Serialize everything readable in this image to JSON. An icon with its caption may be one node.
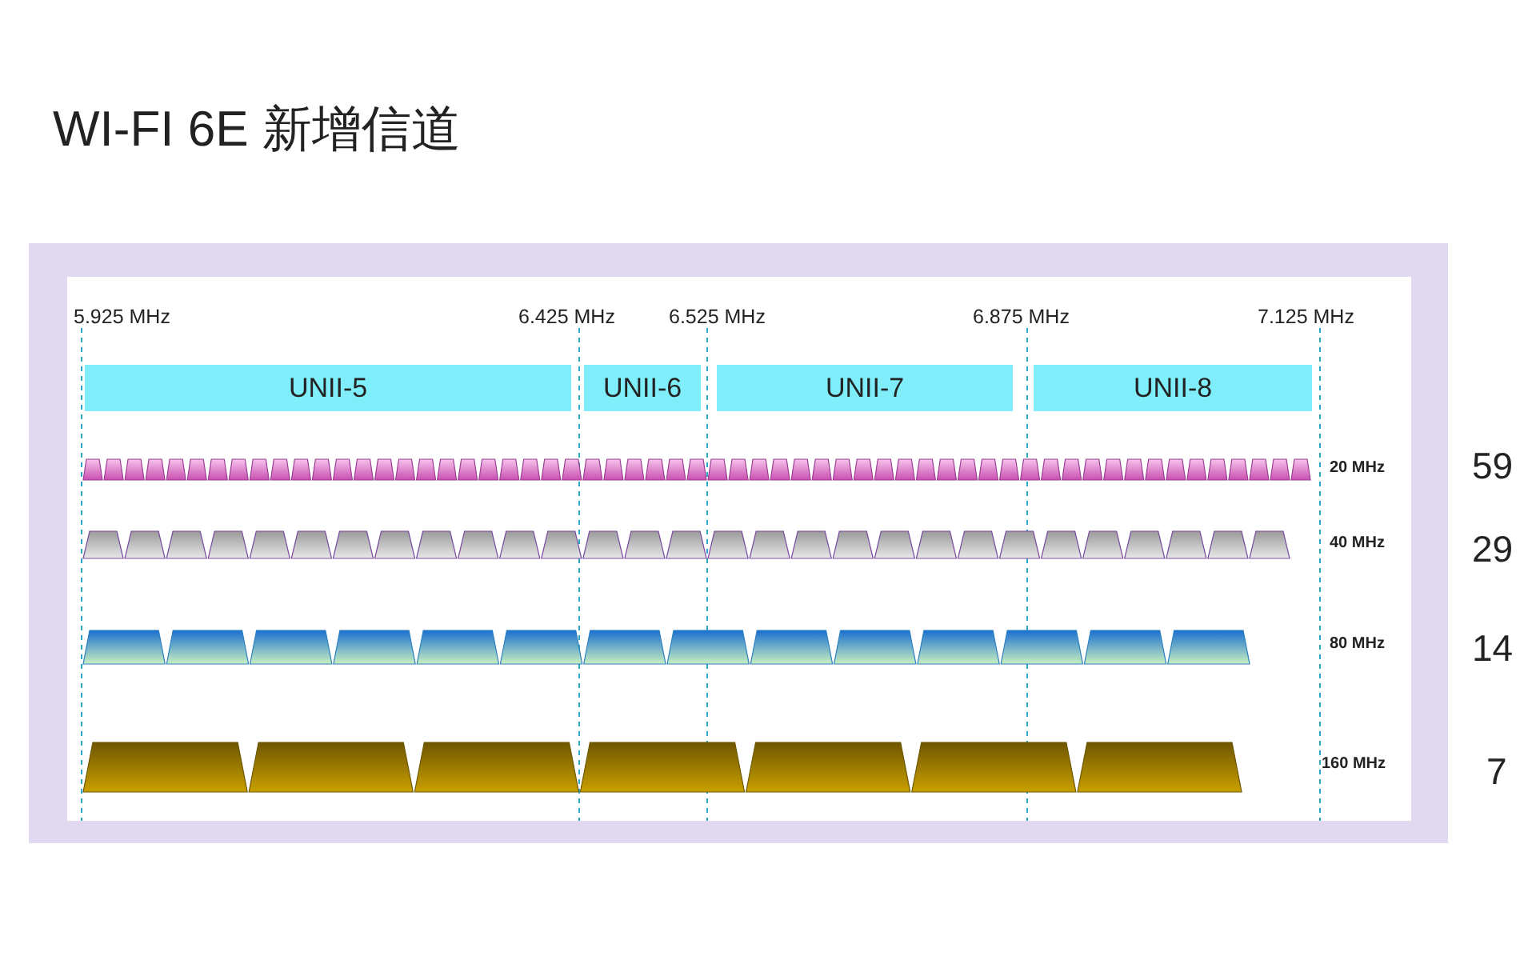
{
  "diagram": {
    "title": "WI-FI 6E 新增信道",
    "nodes": [
      {
        "text": [
          "UNII-5"
        ]
      },
      {
        "text": [
          "UNII-6"
        ]
      },
      {
        "text": [
          "UNII-7"
        ]
      },
      {
        "text": [
          "UNII-8"
        ]
      }
    ],
    "edges": [],
    "labels": [
      "5.925 MHz",
      "6.425 MHz",
      "6.525 MHz",
      "6.875 MHz",
      "7.125 MHz",
      "20 MHz",
      "59",
      "40 MHz",
      "29",
      "80 MHz",
      "14",
      "160 MHz",
      "7"
    ]
  }
}
